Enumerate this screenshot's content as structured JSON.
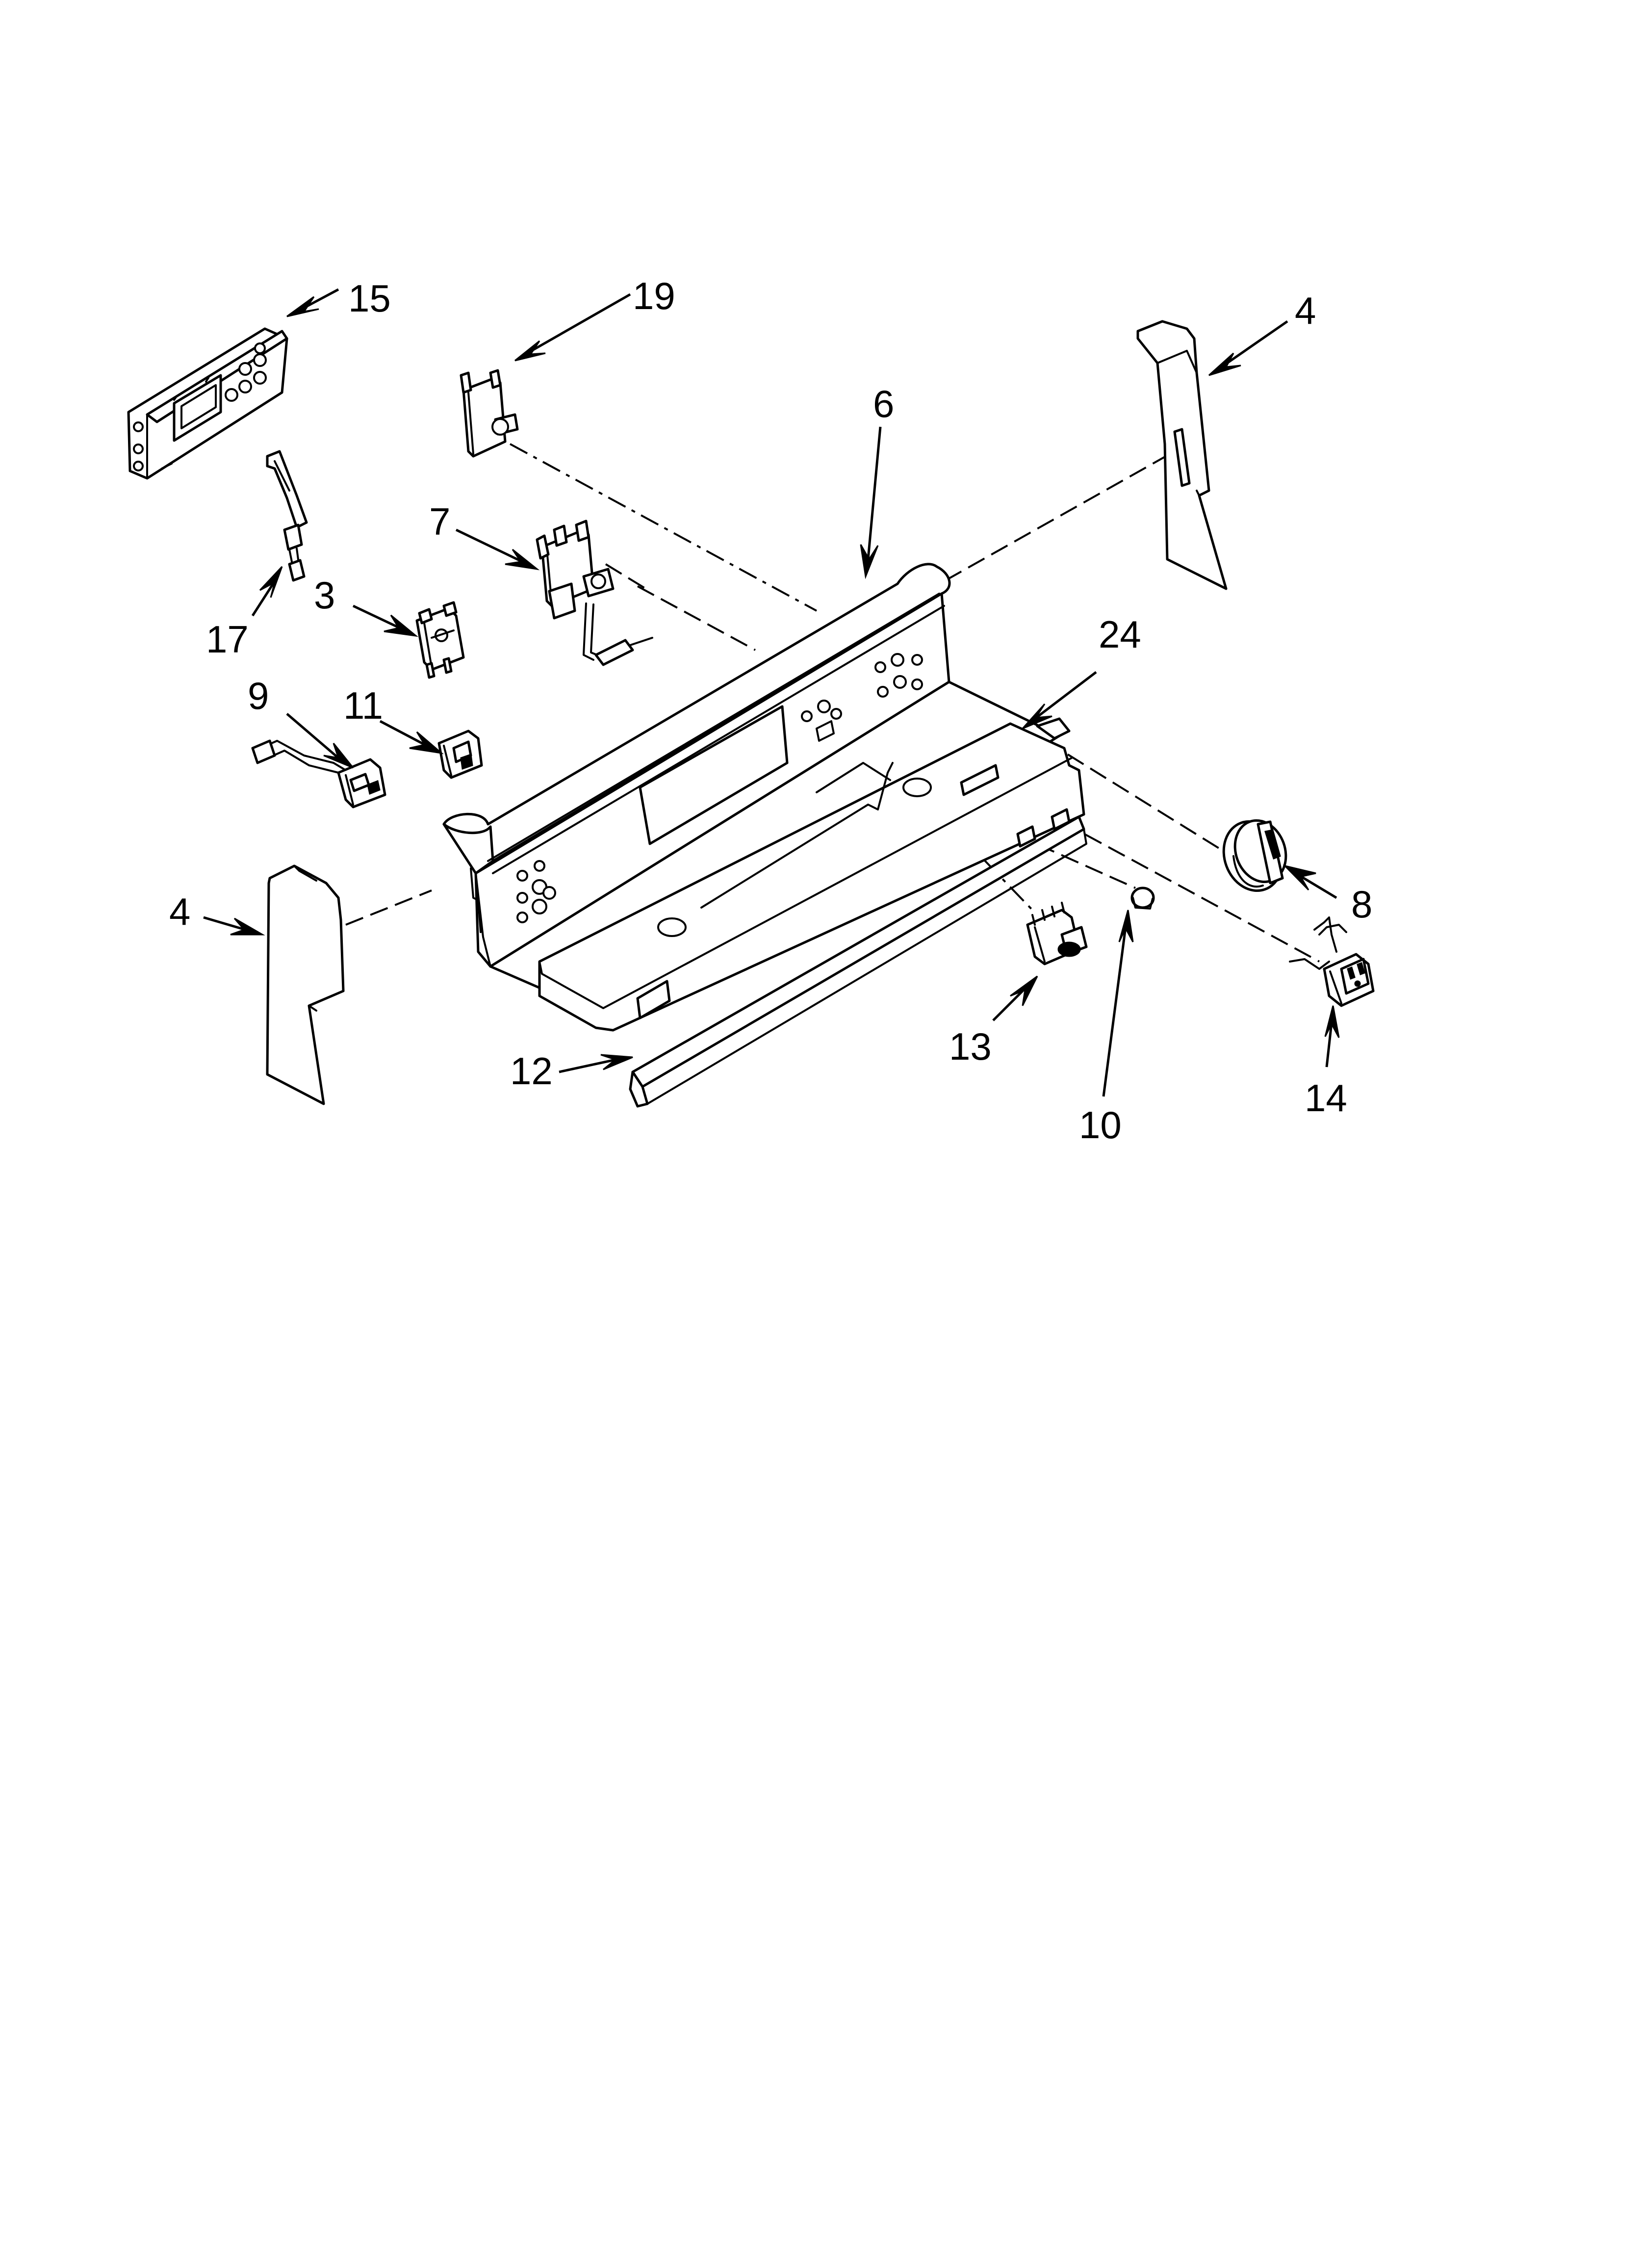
{
  "callouts": [
    {
      "id": "15",
      "label": "15"
    },
    {
      "id": "19",
      "label": "19"
    },
    {
      "id": "4-right",
      "label": "4"
    },
    {
      "id": "6",
      "label": "6"
    },
    {
      "id": "7",
      "label": "7"
    },
    {
      "id": "3",
      "label": "3"
    },
    {
      "id": "17",
      "label": "17"
    },
    {
      "id": "24",
      "label": "24"
    },
    {
      "id": "9",
      "label": "9"
    },
    {
      "id": "11",
      "label": "11"
    },
    {
      "id": "4-left",
      "label": "4"
    },
    {
      "id": "8",
      "label": "8"
    },
    {
      "id": "13",
      "label": "13"
    },
    {
      "id": "12",
      "label": "12"
    },
    {
      "id": "10",
      "label": "10"
    },
    {
      "id": "14",
      "label": "14"
    }
  ],
  "colors": {
    "line": "#000000",
    "background": "#ffffff"
  }
}
